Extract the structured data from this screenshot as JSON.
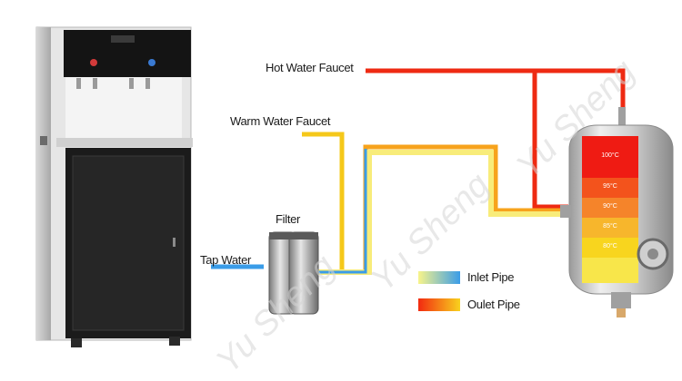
{
  "labels": {
    "hot_faucet": "Hot Water Faucet",
    "warm_faucet": "Warm Water Faucet",
    "filter": "Filter",
    "tap_water": "Tap Water"
  },
  "legend": [
    {
      "label": "Inlet Pipe",
      "gradient": [
        "#f8f48a",
        "#3a9ce8"
      ]
    },
    {
      "label": "Oulet Pipe",
      "gradient": [
        "#f22a10",
        "#f8d21e"
      ]
    }
  ],
  "tank_levels": [
    {
      "label": "100°C",
      "color": "#ef1b13"
    },
    {
      "label": "95°C",
      "color": "#f3531c"
    },
    {
      "label": "90°C",
      "color": "#f5842a"
    },
    {
      "label": "85°C",
      "color": "#f7b62c"
    },
    {
      "label": "80°C",
      "color": "#f8d51e"
    }
  ],
  "watermark": "Yu Sheng",
  "colors": {
    "hot_pipe": "#ee2a12",
    "warm_pipe": "#f5c81a",
    "inlet_blue": "#3a9ce8",
    "inlet_yellow": "#f8ec7a",
    "cabinet": "#1c1c1c",
    "steel": "#c9c9c9"
  }
}
